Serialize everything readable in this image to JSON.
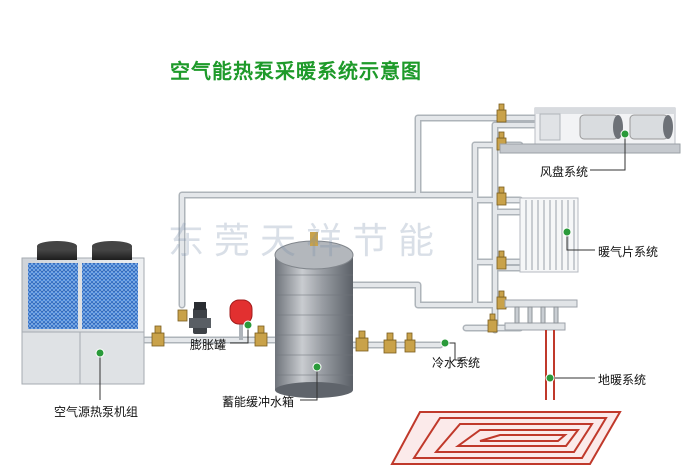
{
  "title": "空气能热泵采暖系统示意图",
  "watermark": "东莞天祥节能",
  "labels": {
    "fan_coil": "风盘系统",
    "radiator": "暖气片系统",
    "expansion_tank": "膨胀罐",
    "cold_water": "冷水系统",
    "floor_heating": "地暖系统",
    "heat_pump_unit": "空气源热泵机组",
    "buffer_tank": "蓄能缓冲水箱"
  },
  "colors": {
    "title": "#1e9a2a",
    "marker": "#2a9a3a",
    "pipe": "#d4d8dc",
    "floor_pipe": "#c0392b",
    "expansion_tank": "#e23030"
  }
}
